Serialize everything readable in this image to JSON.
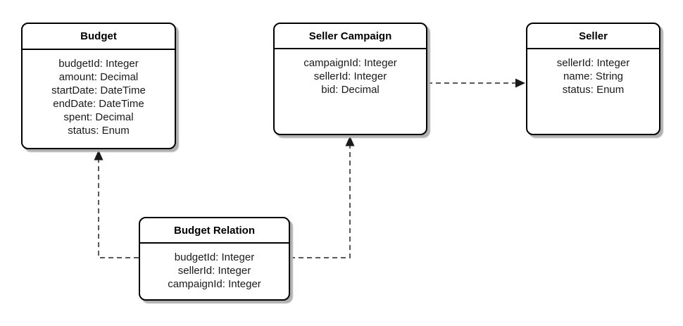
{
  "diagram": {
    "type": "entity-relationship",
    "colors": {
      "background": "#ffffff",
      "entity_fill": "#ffffff",
      "entity_border": "#000000",
      "entity_shadow": "#b0b0b0",
      "connector": "#595959",
      "arrowhead": "#1a1a1a"
    },
    "entities": [
      {
        "id": "budget",
        "title": "Budget",
        "attributes": [
          "budgetId: Integer",
          "amount: Decimal",
          "startDate: DateTime",
          "endDate: DateTime",
          "spent: Decimal",
          "status: Enum"
        ]
      },
      {
        "id": "seller-campaign",
        "title": "Seller Campaign",
        "attributes": [
          "campaignId: Integer",
          "sellerId: Integer",
          "bid: Decimal"
        ]
      },
      {
        "id": "seller",
        "title": "Seller",
        "attributes": [
          "sellerId: Integer",
          "name: String",
          "status: Enum"
        ]
      },
      {
        "id": "budget-relation",
        "title": "Budget Relation",
        "attributes": [
          "budgetId: Integer",
          "sellerId: Integer",
          "campaignId: Integer"
        ]
      }
    ],
    "relations": [
      {
        "from": "Budget Relation",
        "to": "Budget",
        "style": "dashed",
        "arrow": "filled-triangle"
      },
      {
        "from": "Budget Relation",
        "to": "Seller Campaign",
        "style": "dashed",
        "arrow": "filled-triangle"
      },
      {
        "from": "Seller Campaign",
        "to": "Seller",
        "style": "dashed",
        "arrow": "filled-triangle"
      }
    ]
  }
}
